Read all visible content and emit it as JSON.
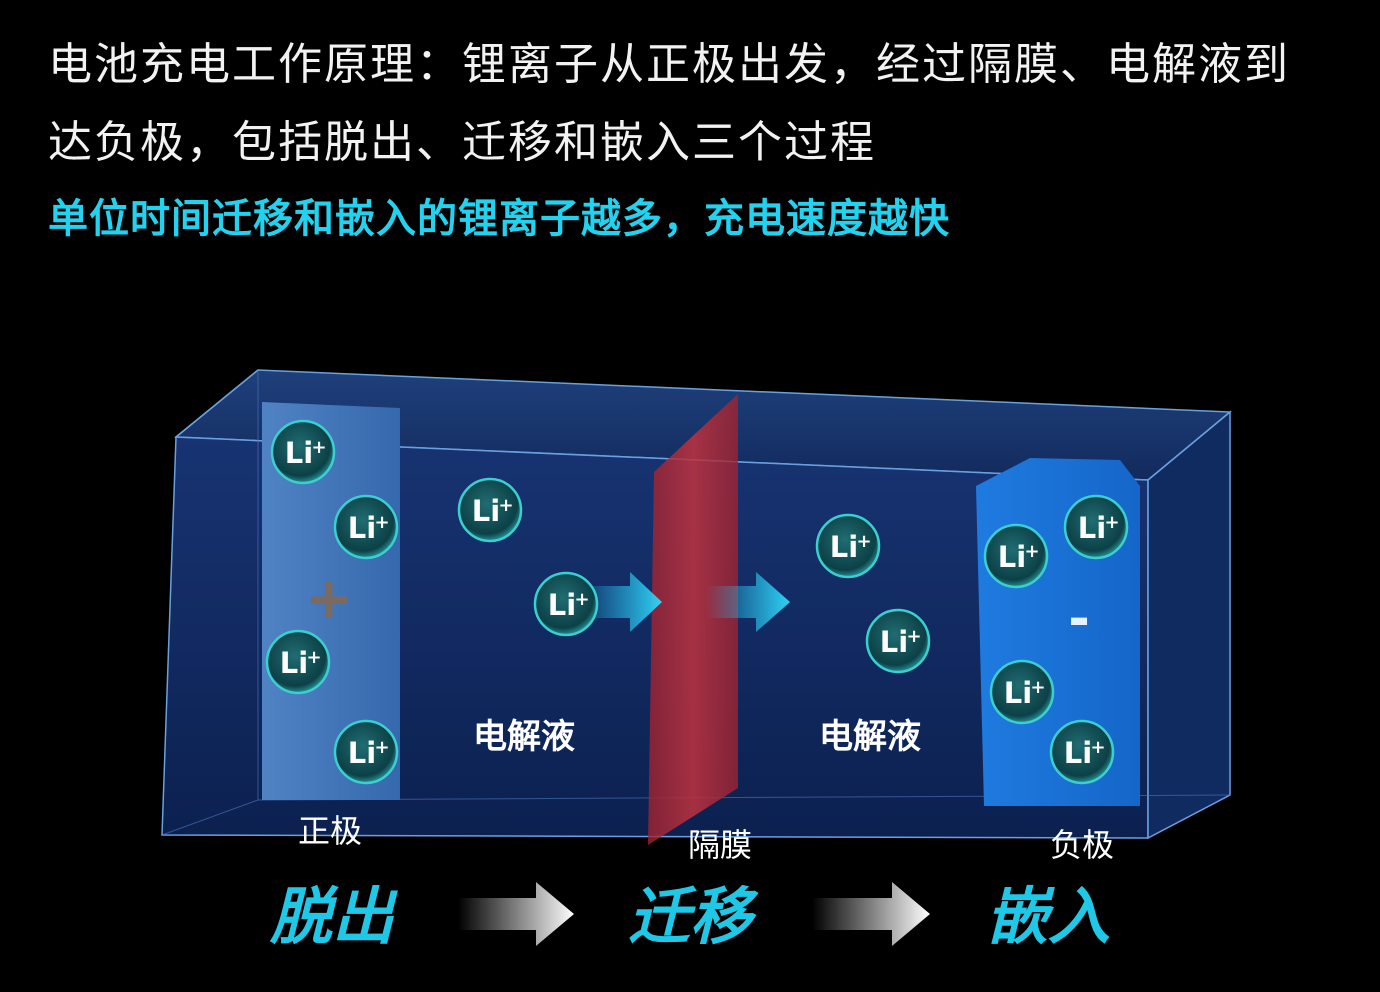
{
  "header": {
    "line1": "电池充电工作原理：锂离子从正极出发，经过隔膜、电解液到",
    "line2": "达负极，包括脱出、迁移和嵌入三个过程",
    "highlight": "单位时间迁移和嵌入的锂离子越多，充电速度越快"
  },
  "labels": {
    "positive": "正极",
    "separator": "隔膜",
    "negative": "负极",
    "electrolyte_left": "电解液",
    "electrolyte_right": "电解液",
    "plus_sign": "+",
    "minus_sign": "-"
  },
  "ion": {
    "text": "Li",
    "charge": "+"
  },
  "process": {
    "step1": "脱出",
    "step2": "迁移",
    "step3": "嵌入"
  },
  "colors": {
    "highlight": "#22d3f0",
    "process_text": "#1ec8e6",
    "separator": "#b02a36",
    "box": "#1a3f8a"
  }
}
